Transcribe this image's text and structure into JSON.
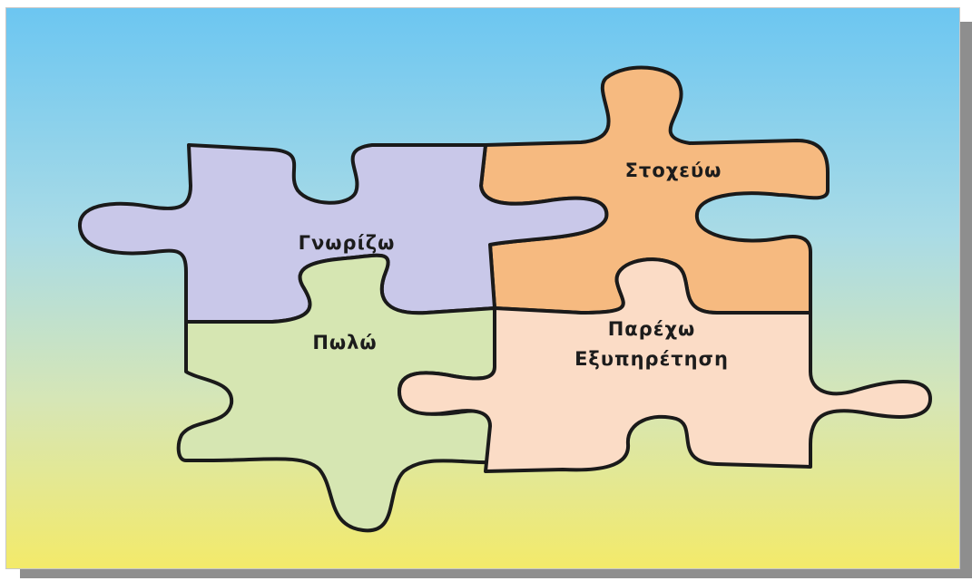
{
  "pieces": {
    "know": {
      "label": "Γνωρίζω",
      "color": "#c9c8e9"
    },
    "target": {
      "label": "Στοχεύω",
      "color": "#f6ba80"
    },
    "sell": {
      "label": "Πωλώ",
      "color": "#d6e6b2"
    },
    "serve": {
      "label_line1": "Παρέχω",
      "label_line2": "Εξυπηρέτηση",
      "color": "#fbdcc6"
    }
  }
}
